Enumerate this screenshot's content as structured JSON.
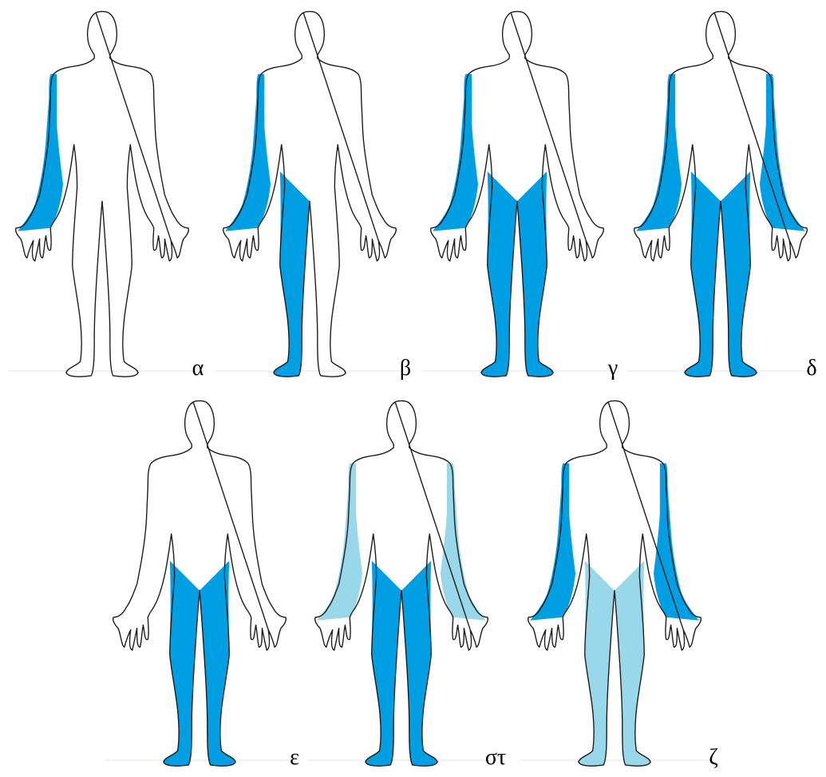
{
  "colors": {
    "highlight": "#009FE3",
    "highlight_light": "#99D7EB",
    "outline": "#1a1a1a",
    "background": "#ffffff"
  },
  "figures": [
    {
      "label": "α",
      "regions": {
        "right_arm": "dark",
        "left_arm": "none",
        "right_leg": "none",
        "left_leg": "none"
      }
    },
    {
      "label": "β",
      "regions": {
        "right_arm": "dark",
        "left_arm": "none",
        "right_leg": "dark",
        "left_leg": "none"
      }
    },
    {
      "label": "γ",
      "regions": {
        "right_arm": "dark",
        "left_arm": "none",
        "right_leg": "dark",
        "left_leg": "dark"
      }
    },
    {
      "label": "δ",
      "regions": {
        "right_arm": "dark",
        "left_arm": "dark",
        "right_leg": "dark",
        "left_leg": "dark"
      }
    },
    {
      "label": "ε",
      "regions": {
        "right_arm": "none",
        "left_arm": "none",
        "right_leg": "dark",
        "left_leg": "dark"
      }
    },
    {
      "label": "στ",
      "regions": {
        "right_arm": "light",
        "left_arm": "light",
        "right_leg": "dark",
        "left_leg": "dark"
      }
    },
    {
      "label": "ζ",
      "regions": {
        "right_arm": "dark",
        "left_arm": "dark",
        "right_leg": "light",
        "left_leg": "light"
      }
    }
  ]
}
